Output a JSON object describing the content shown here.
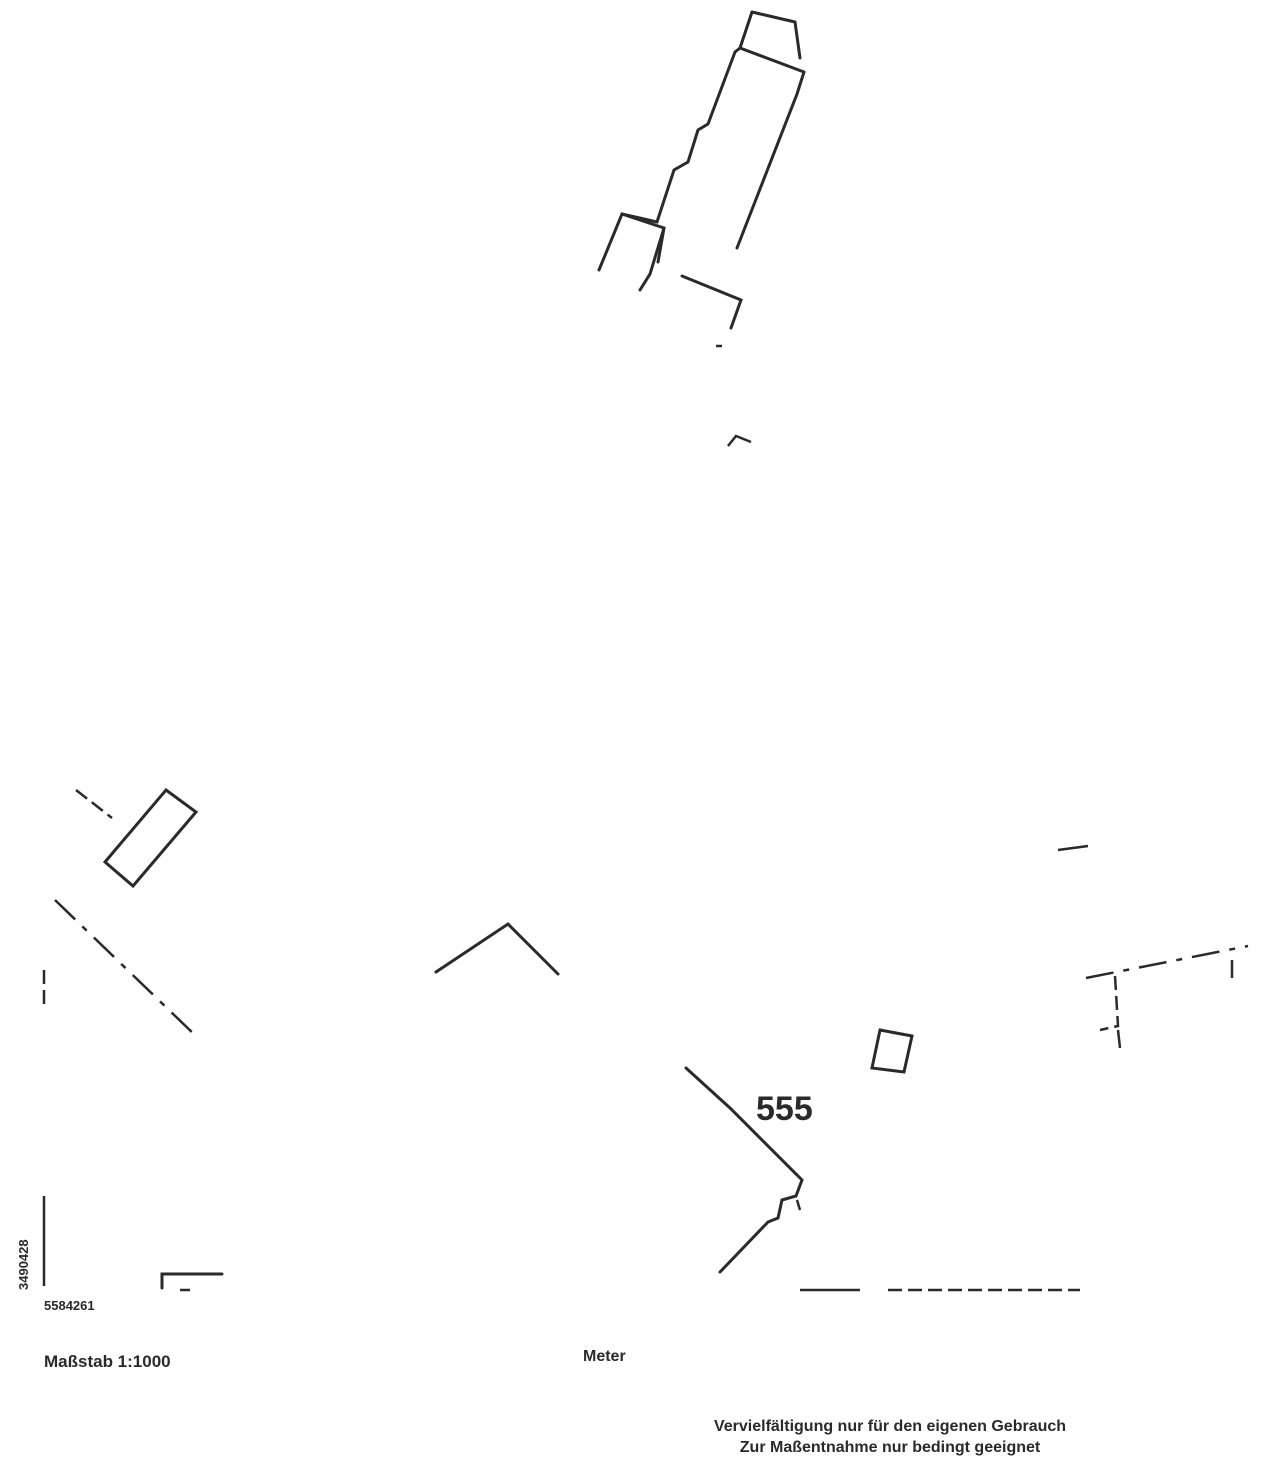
{
  "map": {
    "parcel_number": "555",
    "coordinates": {
      "easting": "5584261",
      "northing": "3490428"
    },
    "scale": "Maßstab 1:1000",
    "unit": "Meter",
    "disclaimer": [
      "Vervielfältigung nur für den eigenen Gebrauch",
      "Zur Maßentnahme nur bedingt geeignet"
    ],
    "line_color": "#2a2a2a",
    "background_color": "#ffffff"
  }
}
